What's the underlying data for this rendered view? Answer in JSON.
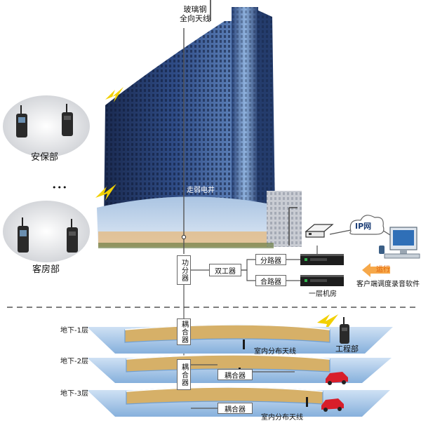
{
  "labels": {
    "antenna_line1": "玻璃钢",
    "antenna_line2": "全向天线",
    "dept_security": "安保部",
    "dots": "•••",
    "dept_rooms": "客房部",
    "shaft": "走弱电井",
    "power_splitter": "功分器",
    "duplexer": "双工器",
    "splitter": "分路器",
    "combiner": "合路器",
    "ip_network": "IP网",
    "run": "运行",
    "client_software": "客户端调度录音软件",
    "machine_room": "一层机房",
    "b1": "地下-1层",
    "b2": "地下-2层",
    "b3": "地下-3层",
    "coupler": "耦合器",
    "indoor_antenna": "室内分布天线",
    "dept_engineering": "工程部"
  },
  "colors": {
    "building_dark": "#1c2c52",
    "building_mid": "#34528c",
    "building_light": "#6f93c6",
    "floor_blue": "#a8c6e6",
    "floor_edge": "#6f9fd2",
    "floor_inner": "#d6b068",
    "accent_orange": "#e2620a",
    "lightning": "#f2d000",
    "car_red": "#d81e2a"
  }
}
